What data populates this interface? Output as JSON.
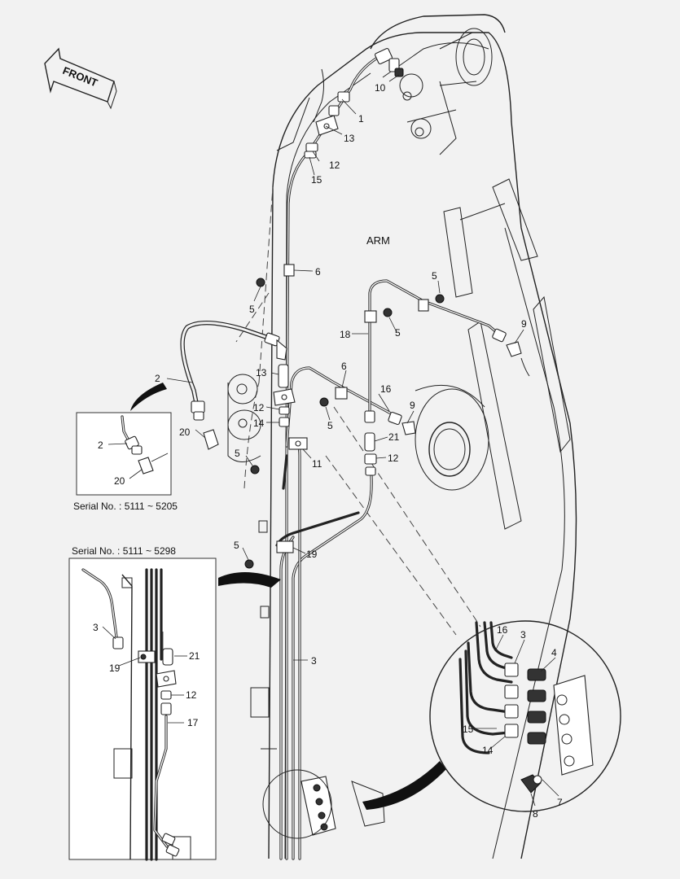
{
  "front_label": "FRONT",
  "arm_label": "ARM",
  "serial_top": "Serial No. : 5111 ~ 5205",
  "serial_bottom": "Serial No. : 5111 ~ 5298",
  "callouts": {
    "c1": "1",
    "c2": "2",
    "c2i": "2",
    "c3": "3",
    "c3i": "3",
    "c3d": "3",
    "c4": "4",
    "c5a": "5",
    "c5b": "5",
    "c5c": "5",
    "c5d": "5",
    "c5e": "5",
    "c5f": "5",
    "c6a": "6",
    "c6b": "6",
    "c7": "7",
    "c8": "8",
    "c9a": "9",
    "c9b": "9",
    "c10": "10",
    "c11": "11",
    "c12a": "12",
    "c12b": "12",
    "c12c": "12",
    "c12i": "12",
    "c13a": "13",
    "c13b": "13",
    "c14a": "14",
    "c14d": "14",
    "c15a": "15",
    "c15d": "15",
    "c16": "16",
    "c16d": "16",
    "c17": "17",
    "c18": "18",
    "c19": "19",
    "c19i": "19",
    "c20": "20",
    "c20i": "20",
    "c21": "21",
    "c21i": "21"
  },
  "colors": {
    "background": "#f2f2f2",
    "line": "#222222",
    "panel": "#ffffff"
  }
}
